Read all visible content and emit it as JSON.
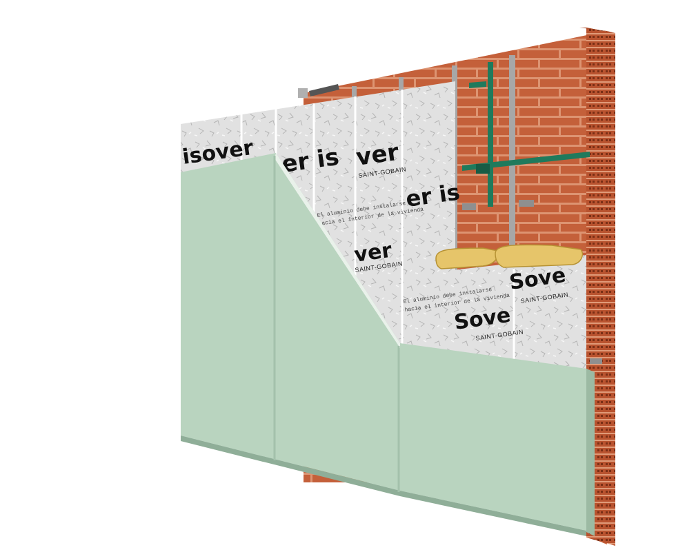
{
  "image": {
    "colors": {
      "background": "#ffffff",
      "brick": "#c4603a",
      "brick_dark": "#9c4426",
      "mortar": "#d98a66",
      "board": "#b9d4bf",
      "board_edge": "#9cbaa3",
      "foil": "#dcdcdc",
      "foil_dark": "#b8b8b8",
      "wool": "#e6c56a",
      "pipe": "#1f7a5c",
      "stud": "#a9a9a9"
    },
    "layers": [
      {
        "id": "brick-wall",
        "icon": "brick-wall-icon"
      },
      {
        "id": "metal-studs",
        "icon": "metal-profile-icon"
      },
      {
        "id": "water-pipes",
        "icon": "pipe-icon"
      },
      {
        "id": "insulation-panels",
        "icon": "insulation-icon"
      },
      {
        "id": "plasterboard",
        "icon": "plasterboard-icon"
      }
    ],
    "print": {
      "brand_a": "isover",
      "brand_b": "Sove",
      "brand_c": "er is",
      "brand_d": "ver",
      "maker": "SAINT-GOBAIN",
      "note_1": "El aluminio debe instalarse",
      "note_2": "hacia el interior de la vivienda"
    }
  }
}
